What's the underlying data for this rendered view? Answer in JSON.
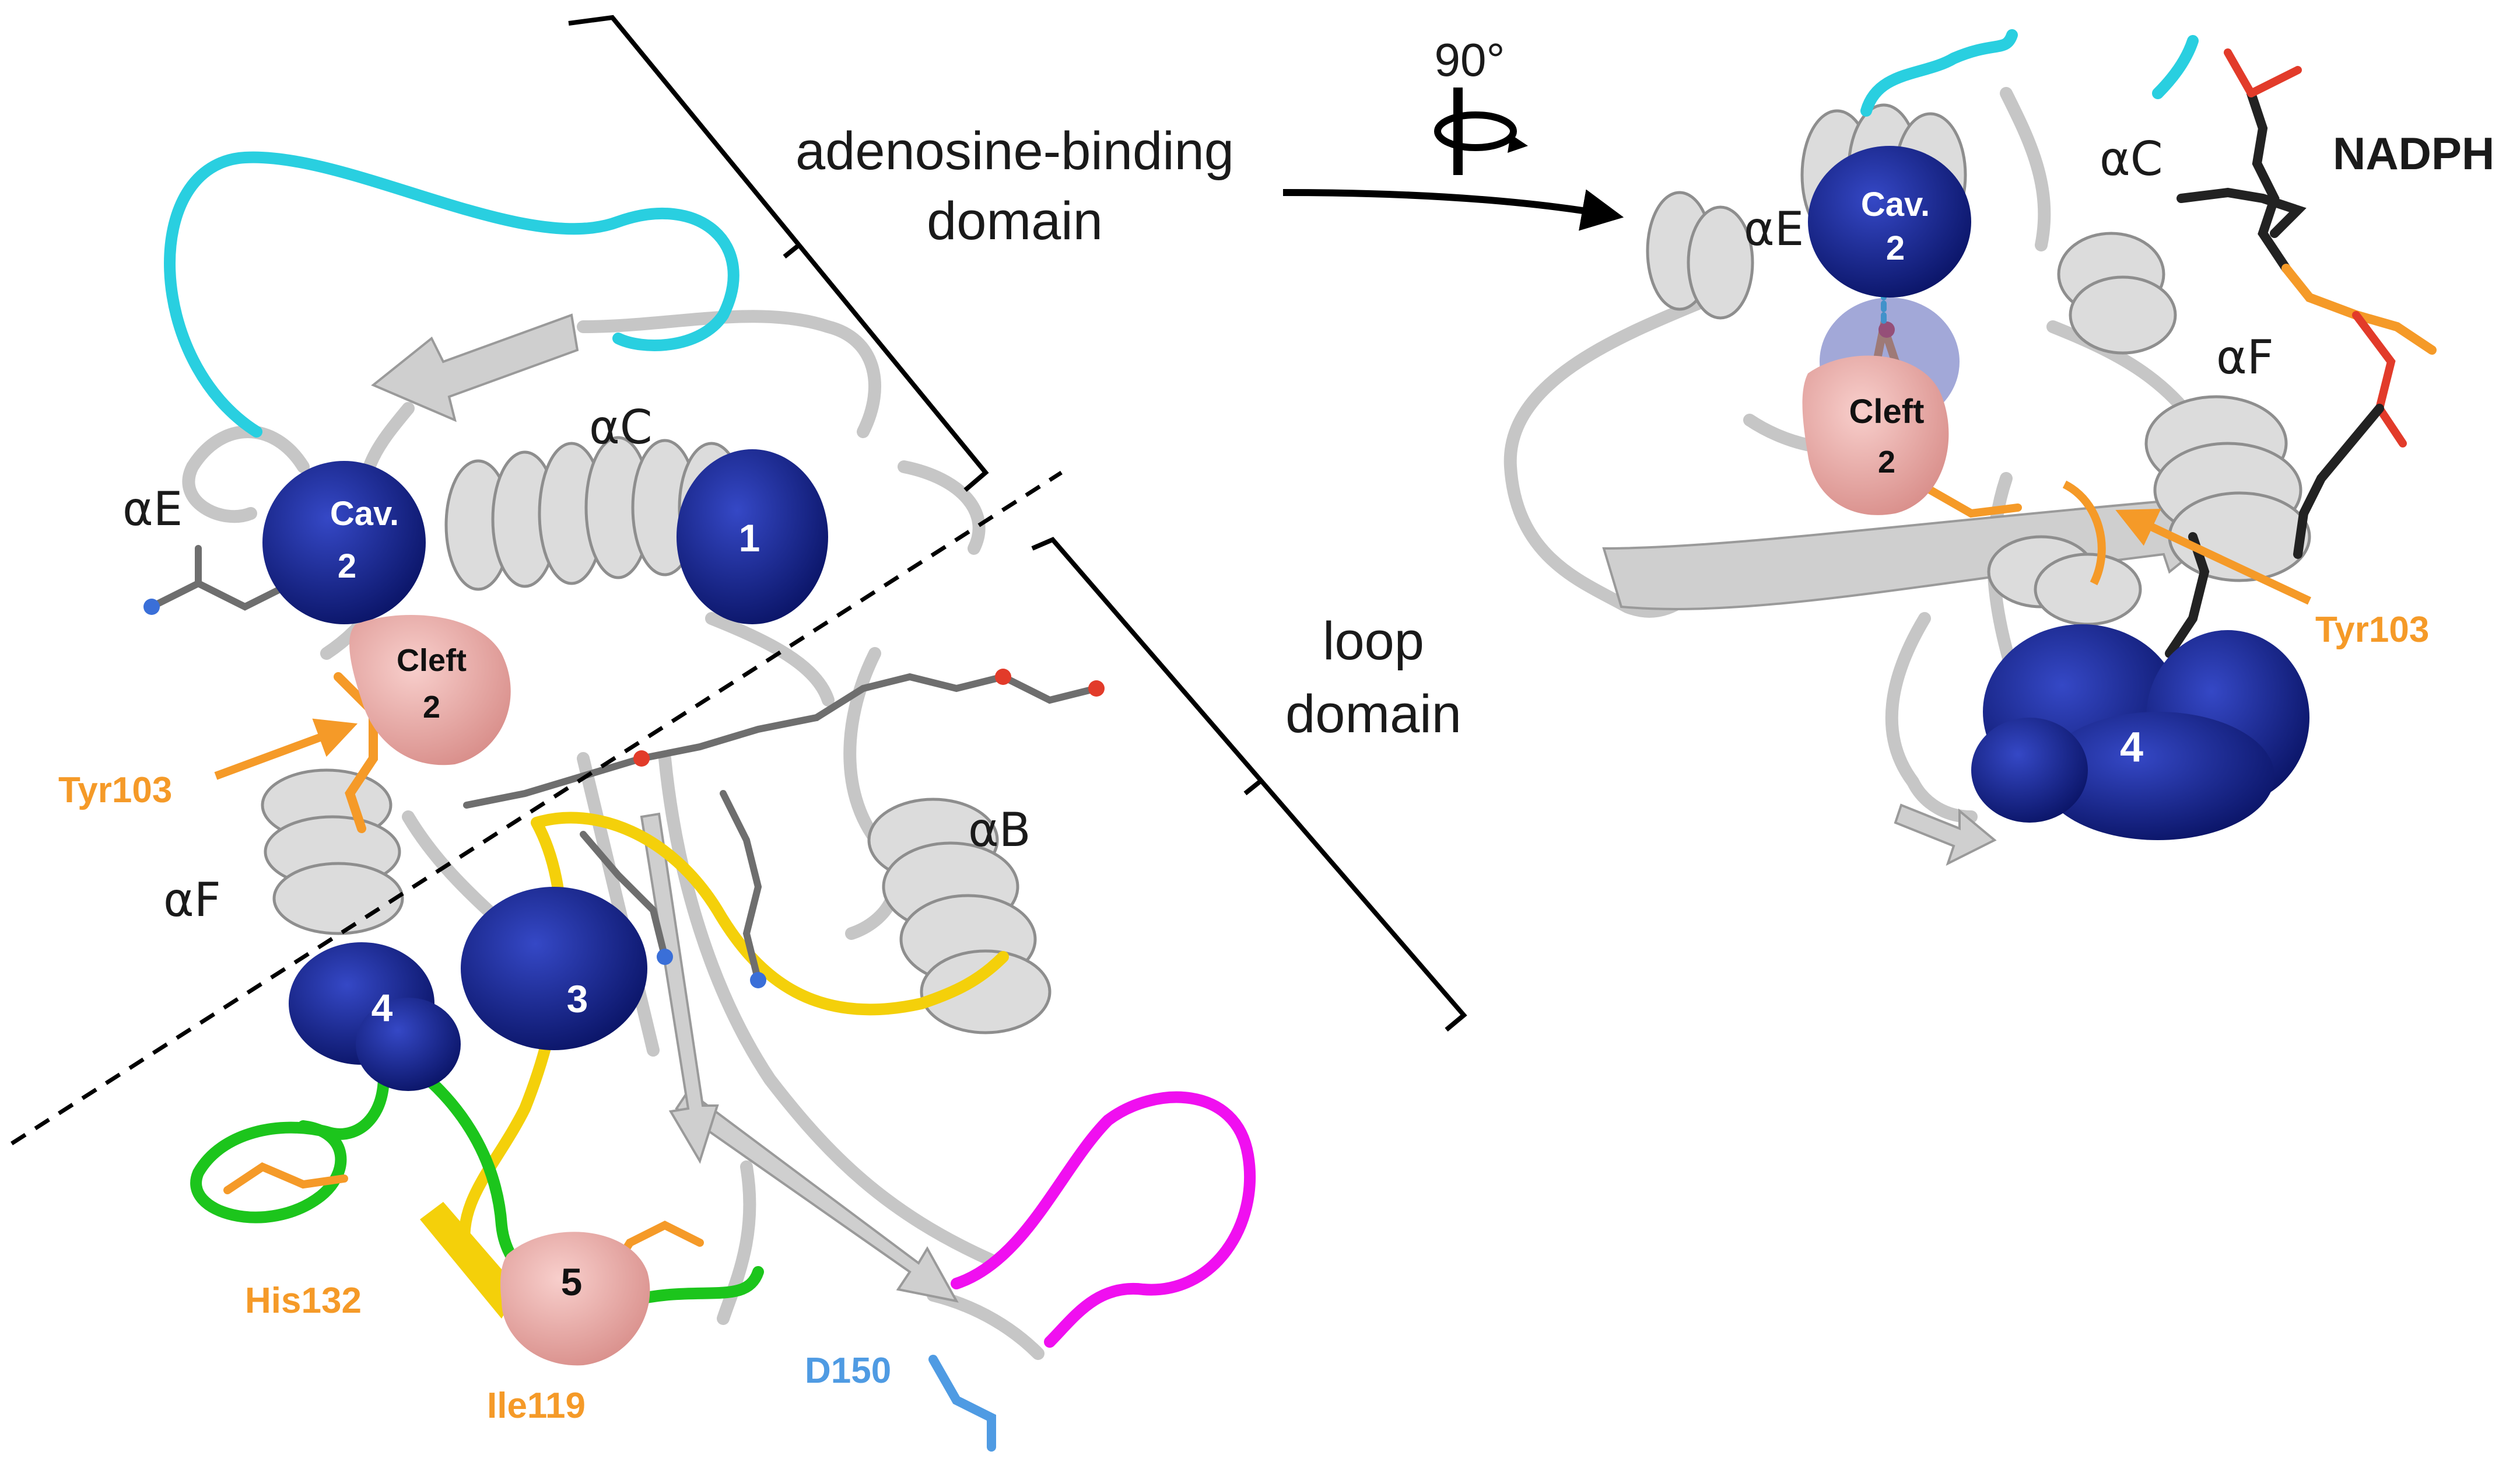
{
  "colors": {
    "cavity": "#0c1a7a",
    "cleft": "#e8aaa6",
    "ribbon": "#c6c6c6",
    "ribbon_edge": "#8e8e8e",
    "loop_cyan": "#29cfe0",
    "loop_yellow": "#f4d00a",
    "loop_green": "#1cc51c",
    "loop_magenta": "#f00ff0",
    "residue_orange": "#f59a28",
    "residue_blue": "#4f9be3",
    "text": "#1a1a1a"
  },
  "left_panel": {
    "helices": {
      "alphaE": "αE",
      "alphaC": "αC",
      "alphaF": "αF",
      "alphaB": "αB"
    },
    "pockets": {
      "cav2_line1": "Cav.",
      "cav2_line2": "2",
      "p1": "1",
      "cleft2_line1": "Cleft",
      "cleft2_line2": "2",
      "p3": "3",
      "p4": "4",
      "p5": "5"
    },
    "residues": {
      "tyr103": "Tyr103",
      "his132": "His132",
      "ile119": "Ile119",
      "d150": "D150"
    }
  },
  "domains": {
    "adenosine_line1": "adenosine-binding",
    "adenosine_line2": "domain",
    "loop_line1": "loop",
    "loop_line2": "domain"
  },
  "rotation": {
    "label": "90°",
    "arrow_icon": "rotate-arrow-icon"
  },
  "right_panel": {
    "helices": {
      "alphaE": "αE",
      "alphaC": "αC",
      "alphaF": "αF"
    },
    "pockets": {
      "cav2_line1": "Cav.",
      "cav2_line2": "2",
      "cleft2_line1": "Cleft",
      "cleft2_line2": "2",
      "p4": "4"
    },
    "residues": {
      "tyr103": "Tyr103"
    },
    "ligand": "NADPH"
  }
}
